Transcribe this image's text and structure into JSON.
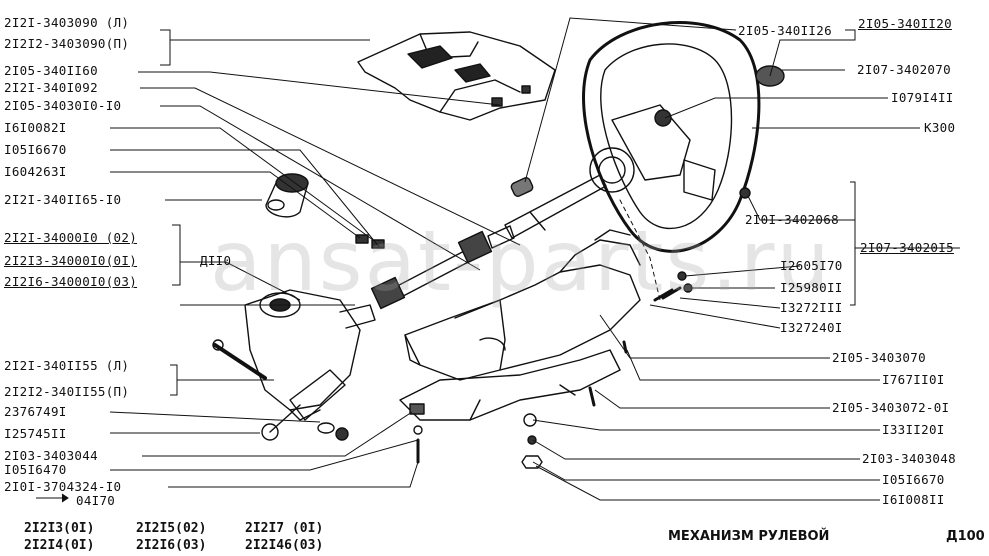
{
  "diagram": {
    "title": "МЕХАНИЗМ РУЛЕВОЙ",
    "page_code": "Д100",
    "watermark": "ansat-parts.ru",
    "models": [
      "2I2I3(0I)",
      "2I2I4(0I)",
      "2I2I5(02)",
      "2I2I6(03)",
      "2I2I7 (0I)",
      "2I2I46(03)"
    ],
    "left_labels": [
      "2I2I-3403090 (Л)",
      "2I2I2-3403090(П)",
      "2I05-340II60",
      "2I2I-340I092",
      "2I05-34030I0-I0",
      "I6I0082I",
      "I05I6670",
      "I604263I",
      "2I2I-340II65-I0",
      "2I2I-34000I0 (02)",
      "2I2I3-34000I0(0I)",
      "2I2I6-34000I0(03)",
      "2I2I-340II55 (Л)",
      "2I2I2-340II55(П)",
      "2376749I",
      "I25745II",
      "2I03-3403044",
      "I05I6470",
      "2I0I-3704324-I0",
      "04I70"
    ],
    "bracket_label": "ДII0",
    "right_labels": [
      "2I05-340II26",
      "2I05-340II20",
      "2I07-3402070",
      "I079I4II",
      "К300",
      "2I0I-3402068",
      "2I07-34020I5",
      "I2605I70",
      "I25980II",
      "I3272III",
      "I327240I",
      "2I05-3403070",
      "I767II0I",
      "2I05-3403072-0I",
      "I33II20I",
      "2I03-3403048",
      "I05I6670",
      "I6I008II"
    ]
  }
}
